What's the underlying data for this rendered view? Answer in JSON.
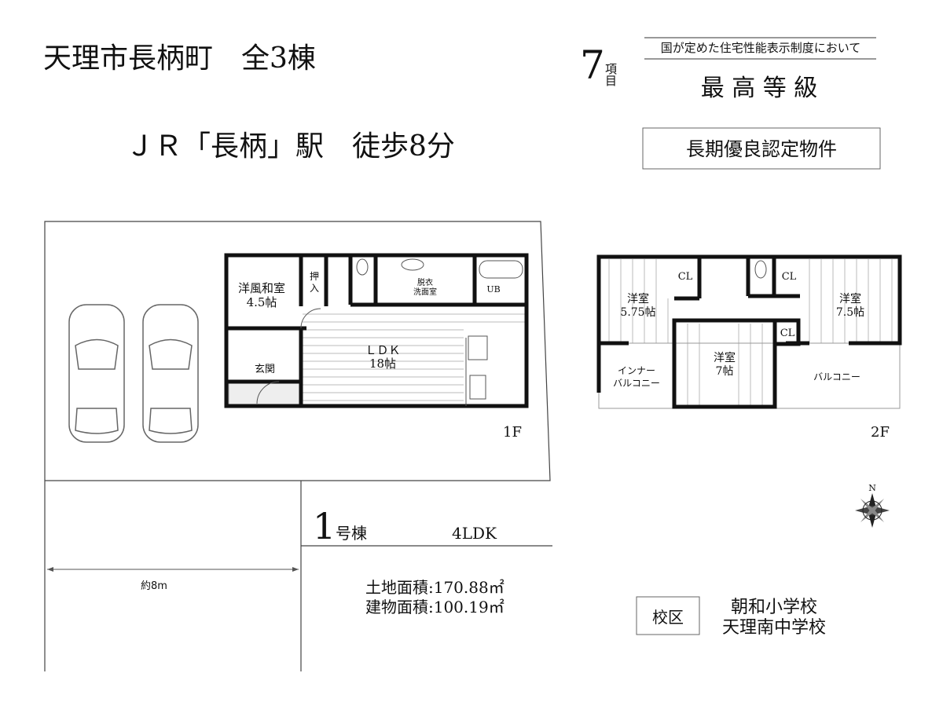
{
  "header": {
    "title": "天理市長柄町　全3棟",
    "access": "ＪＲ「長柄」駅　徒歩8分"
  },
  "performance": {
    "count": "7",
    "count_unit": "項目",
    "caption": "国が定めた住宅性能表示制度において",
    "grade": "最 高 等 級",
    "certification": "長期優良認定物件"
  },
  "site": {
    "width_label": "約8m"
  },
  "house": {
    "number": "1",
    "number_suffix": "号棟",
    "layout": "4LDK",
    "land_area": "土地面積:170.88㎡",
    "building_area": "建物面積:100.19㎡"
  },
  "floor1": {
    "label": "1F",
    "rooms": {
      "washitsu": "洋風和室",
      "washitsu_size": "4.5帖",
      "oshiire_1": "押",
      "oshiire_2": "入",
      "dressing_1": "脱衣",
      "dressing_2": "洗面室",
      "ub": "UB",
      "ldk": "ＬＤＫ",
      "ldk_size": "18帖",
      "entrance": "玄関"
    }
  },
  "floor2": {
    "label": "2F",
    "rooms": {
      "room_a": "洋室",
      "room_a_size": "5.75帖",
      "room_b": "洋室",
      "room_b_size": "7.5帖",
      "room_c": "洋室",
      "room_c_size": "7帖",
      "closet": "CL",
      "inner_balcony_1": "インナー",
      "inner_balcony_2": "バルコニー",
      "balcony": "バルコニー"
    }
  },
  "compass": {
    "north": "N"
  },
  "school": {
    "label": "校区",
    "elementary": "朝和小学校",
    "junior_high": "天理南中学校"
  }
}
